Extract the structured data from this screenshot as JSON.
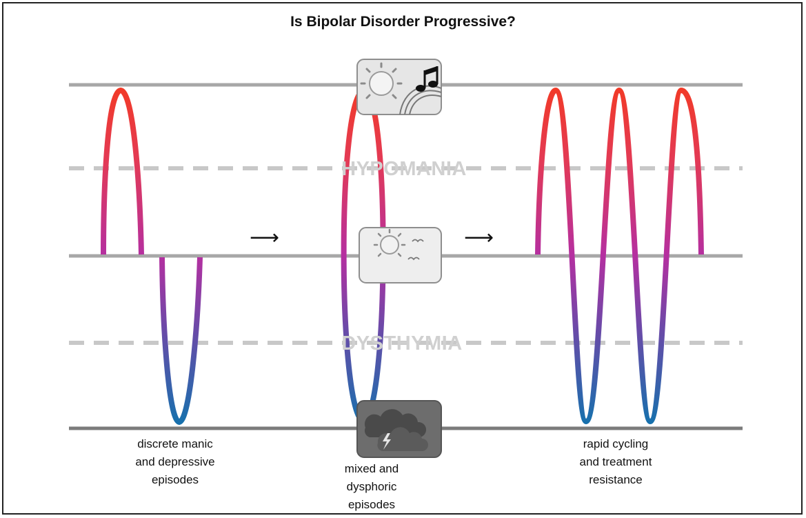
{
  "title": "Is Bipolar Disorder Progressive?",
  "zones": {
    "hypomania": "HYPOMANIA",
    "dysthymia": "DYSTHYMIA"
  },
  "captions": {
    "discrete": [
      "discrete manic",
      "and depressive",
      "episodes"
    ],
    "mixed": [
      "mixed and",
      "dysphoric",
      "episodes"
    ],
    "rapid": [
      "rapid cycling",
      "and treatment",
      "resistance"
    ]
  },
  "arrow_glyph": "⟶",
  "colors": {
    "mania": "#ee3b2b",
    "mid": "#b52fa0",
    "depression": "#1f6faa",
    "line": "#a7a7a7",
    "dashed": "#c8c8c8"
  },
  "icons": [
    "sun-music-icon",
    "partly-sunny-icon",
    "storm-cloud-icon"
  ]
}
